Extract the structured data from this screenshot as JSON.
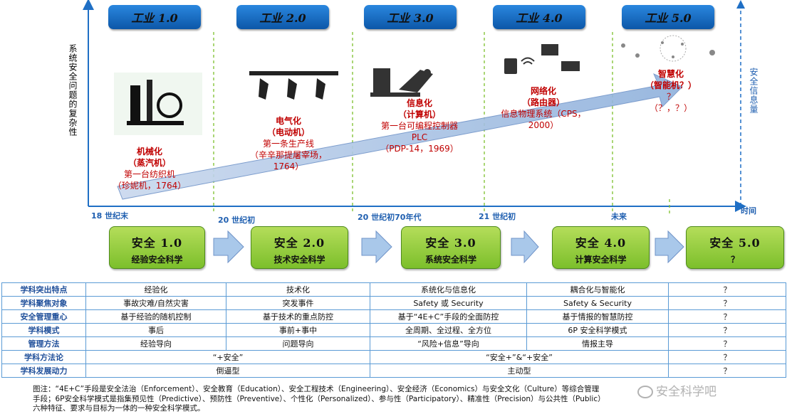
{
  "industry_tabs": [
    "工业 1.0",
    "工业 2.0",
    "工业 3.0",
    "工业 4.0",
    "工业 5.0"
  ],
  "y_axis_label": "系统安全问题的复杂性",
  "right_axis_label": "安全信息量",
  "x_axis_label": "时间",
  "eras": [
    "18 世纪末",
    "20 世纪初",
    "20 世纪初70年代",
    "21 世纪初",
    "未来"
  ],
  "stages": [
    {
      "title": "机械化",
      "sub": "（蒸汽机）",
      "line1": "第一台纺织机",
      "line2": "（珍妮机，1764）"
    },
    {
      "title": "电气化",
      "sub": "（电动机）",
      "line1": "第一条生产线",
      "line2": "（辛辛那提屠宰场，",
      "line3": "1764）"
    },
    {
      "title": "信息化",
      "sub": "（计算机）",
      "line1": "第一台可编程控制器",
      "line2": "PLC",
      "line3": "（PDP-14，1969）"
    },
    {
      "title": "网络化",
      "sub": "（路由器）",
      "line1": "信息物理系统（CPS，",
      "line2": "2000）"
    },
    {
      "title": "智慧化",
      "sub": "（智能机？）",
      "line1": "？",
      "line2": "（？，？）"
    }
  ],
  "safety_boxes": [
    {
      "title": "安全 1.0",
      "sub": "经验安全科学"
    },
    {
      "title": "安全 2.0",
      "sub": "技术安全科学"
    },
    {
      "title": "安全 3.0",
      "sub": "系统安全科学"
    },
    {
      "title": "安全 4.0",
      "sub": "计算安全科学"
    },
    {
      "title": "安全 5.0",
      "sub": "？"
    }
  ],
  "table": {
    "rows": [
      {
        "head": "学科突出特点",
        "cells": [
          "经验化",
          "技术化",
          "系统化与信息化",
          "耦合化与智能化",
          "？"
        ]
      },
      {
        "head": "学科聚焦对象",
        "cells": [
          "事故灾难/自然灾害",
          "突发事件",
          "Safety 或 Security",
          "Safety & Security",
          "？"
        ]
      },
      {
        "head": "安全管理重心",
        "cells": [
          "基于经验的随机控制",
          "基于技术的重点防控",
          "基于“4E+C”手段的全面防控",
          "基于情报的智慧防控",
          "？"
        ]
      },
      {
        "head": "学科模式",
        "cells": [
          "事后",
          "事前+事中",
          "全周期、全过程、全方位",
          "6P 安全科学模式",
          "？"
        ]
      },
      {
        "head": "管理方法",
        "cells": [
          "经验导向",
          "问题导向",
          "“风险+信息”导向",
          "情报主导",
          "？"
        ]
      },
      {
        "head": "学科方法论",
        "merged": [
          "“+安全”",
          "“安全+”&“+安全”"
        ],
        "last": "？"
      },
      {
        "head": "学科发展动力",
        "merged": [
          "倒逼型",
          "主动型"
        ],
        "last": "？"
      }
    ]
  },
  "notes": [
    "图注：“4E+C”手段是安全法治（Enforcement）、安全教育（Education）、安全工程技术（Engineering）、安全经济（Economics）与安全文化（Culture）等综合管理",
    "手段；6P安全科学模式是指集预见性（Predictive）、预防性（Preventive）、个性化（Personalized）、参与性（Participatory）、精准性（Precision）与公共性（Public）",
    "六种特征、要求与目标为一体的一种安全科学模式。"
  ],
  "watermark": "安全科学吧",
  "colors": {
    "axis": "#1f6fc5",
    "tab": "#1565c0",
    "red": "#c00000",
    "green": "#8cc63f",
    "grid": "#5b9bd5"
  }
}
